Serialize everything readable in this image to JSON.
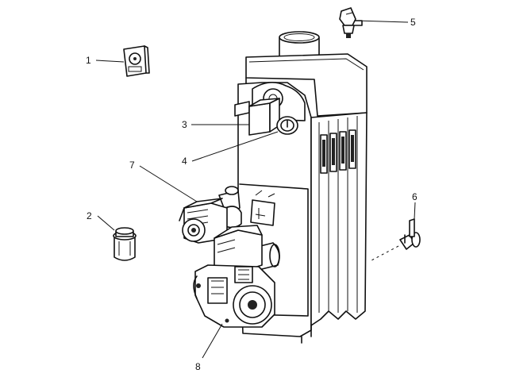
{
  "callouts": [
    {
      "id": 1,
      "label": "1"
    },
    {
      "id": 2,
      "label": "2"
    },
    {
      "id": 3,
      "label": "3"
    },
    {
      "id": 4,
      "label": "4"
    },
    {
      "id": 5,
      "label": "5"
    },
    {
      "id": 6,
      "label": "6"
    },
    {
      "id": 7,
      "label": "7"
    },
    {
      "id": 8,
      "label": "8"
    }
  ]
}
